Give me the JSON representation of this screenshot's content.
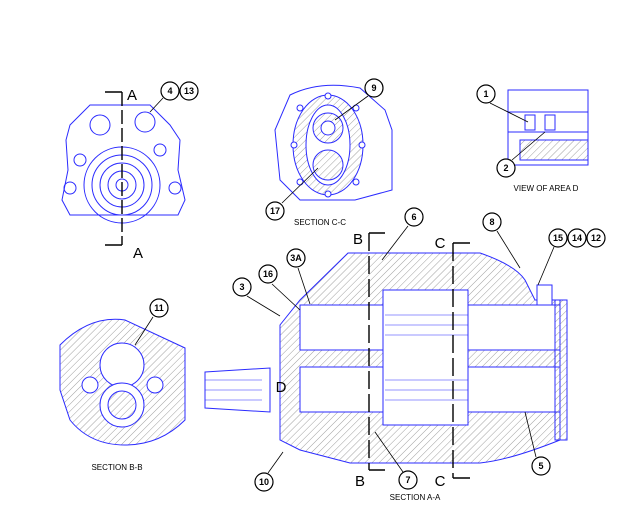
{
  "section_letters": {
    "a": "A",
    "b": "B",
    "c": "C",
    "d": "D"
  },
  "captions": {
    "section_cc": "SECTION C-C",
    "view_area_d": "VIEW OF AREA D",
    "section_bb": "SECTION B-B",
    "section_aa": "SECTION A-A"
  },
  "callouts": [
    "4",
    "13",
    "9",
    "1",
    "2",
    "17",
    "6",
    "8",
    "15",
    "14",
    "12",
    "3A",
    "16",
    "3",
    "11",
    "10",
    "7",
    "5"
  ],
  "colors": {
    "line": "#2b2bff",
    "callout": "#000000"
  }
}
